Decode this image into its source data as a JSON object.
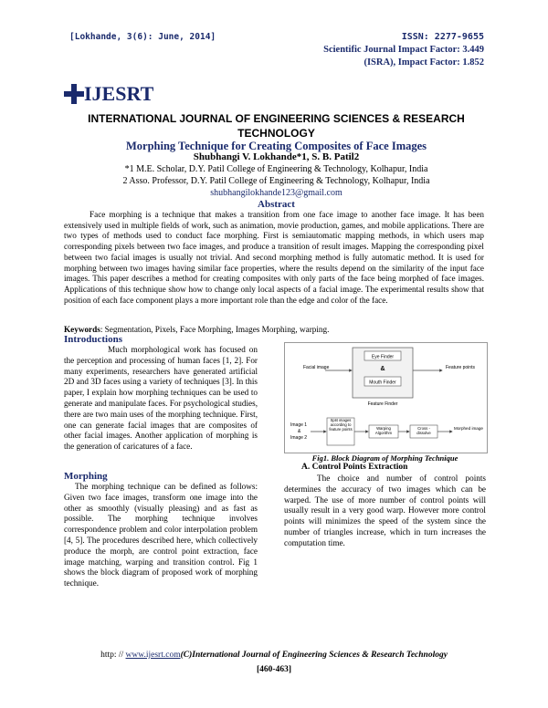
{
  "header": {
    "citation": "[Lokhande, 3(6): June, 2014]",
    "issn": "ISSN: 2277-9655",
    "impact_factor_1": "Scientific Journal Impact Factor: 3.449",
    "impact_factor_2": "(ISRA), Impact Factor: 1.852"
  },
  "logo": {
    "text": "IJESRT"
  },
  "journal_name": "INTERNATIONAL JOURNAL OF ENGINEERING SCIENCES & RESEARCH TECHNOLOGY",
  "paper": {
    "title": "Morphing Technique for Creating Composites of Face Images",
    "authors": "Shubhangi V. Lokhande*1, S. B. Patil2",
    "affiliation_1": "*1 M.E. Scholar, D.Y. Patil College of Engineering & Technology, Kolhapur, India",
    "affiliation_2": "2 Asso. Professor, D.Y. Patil College of Engineering & Technology, Kolhapur, India",
    "email": "shubhangilokhande123@gmail.com"
  },
  "abstract": {
    "heading": "Abstract",
    "text": "Face morphing is a technique that makes a transition from one face image to another face image. It has been extensively used in multiple fields of work, such as animation, movie production, games, and mobile applications. There are two types of methods used to conduct face morphing. First is semiautomatic mapping methods, in which users map corresponding pixels between two face images, and produce a transition of result images. Mapping the corresponding pixel between two facial images is usually not trivial. And second morphing method is fully automatic method. It is used for morphing between two images having similar face properties, where the results depend on the similarity of the input face images. This paper describes a method for creating composites with only parts of the face being morphed of face images. Applications of this technique show how to change only local aspects of a facial image. The experimental results show that position of each face component plays a more important role than the edge and color of the face."
  },
  "keywords": {
    "label": "Keywords",
    "text": ": Segmentation, Pixels, Face Morphing, Images Morphing, warping."
  },
  "introduction": {
    "heading": "Introductions",
    "text": "Much morphological work has focused on the perception and processing of human faces [1, 2]. For many experiments, researchers have generated artificial 2D and 3D faces using a variety of techniques [3]. In this paper, I explain how morphing techniques can be used to generate and manipulate faces. For psychological studies, there are two main uses of the morphing technique. First, one can generate facial images that are composites of other facial images. Another application of morphing is the generation of caricatures of a face."
  },
  "morphing": {
    "heading": "Morphing",
    "text": "The morphing technique can be defined as follows: Given two face images, transform one image into the other as smoothly (visually pleasing) and as fast as possible. The morphing technique involves correspondence problem and color interpolation problem [4, 5]. The procedures described here, which collectively produce the morph, are control point extraction, face image matching, warping and transition control. Fig 1 shows the block diagram of proposed work of morphing technique."
  },
  "figure": {
    "caption": "Fig1. Block Diagram of Morphing Technique",
    "labels": {
      "facial_image": "Facial image",
      "eye_finder": "Eye Finder",
      "amp": "&",
      "mouth_finder": "Mouth Finder",
      "feature_points": "Feature points",
      "feature_finder": "Feature Finder",
      "image1": "Image 1",
      "amp2": "&",
      "image2": "Image 2",
      "split": "Split images according to feature points",
      "warping": "Warping Algorithm",
      "cross": "Cross - dissolve",
      "morphed": "Morphed image"
    }
  },
  "control_points": {
    "heading": "A.      Control Points Extraction",
    "text": "The choice and number of control points determines the accuracy of two images which can be warped. The use of more number of control points will usually result in a very good warp. However more control points will minimizes the speed of the system since the number of triangles increase, which in turn increases the computation time."
  },
  "footer": {
    "prefix": "http: // ",
    "link": "www.ijesrt.com",
    "journal": "(C)International Journal of Engineering Sciences & Research Technology",
    "pages": "[460-463]"
  }
}
